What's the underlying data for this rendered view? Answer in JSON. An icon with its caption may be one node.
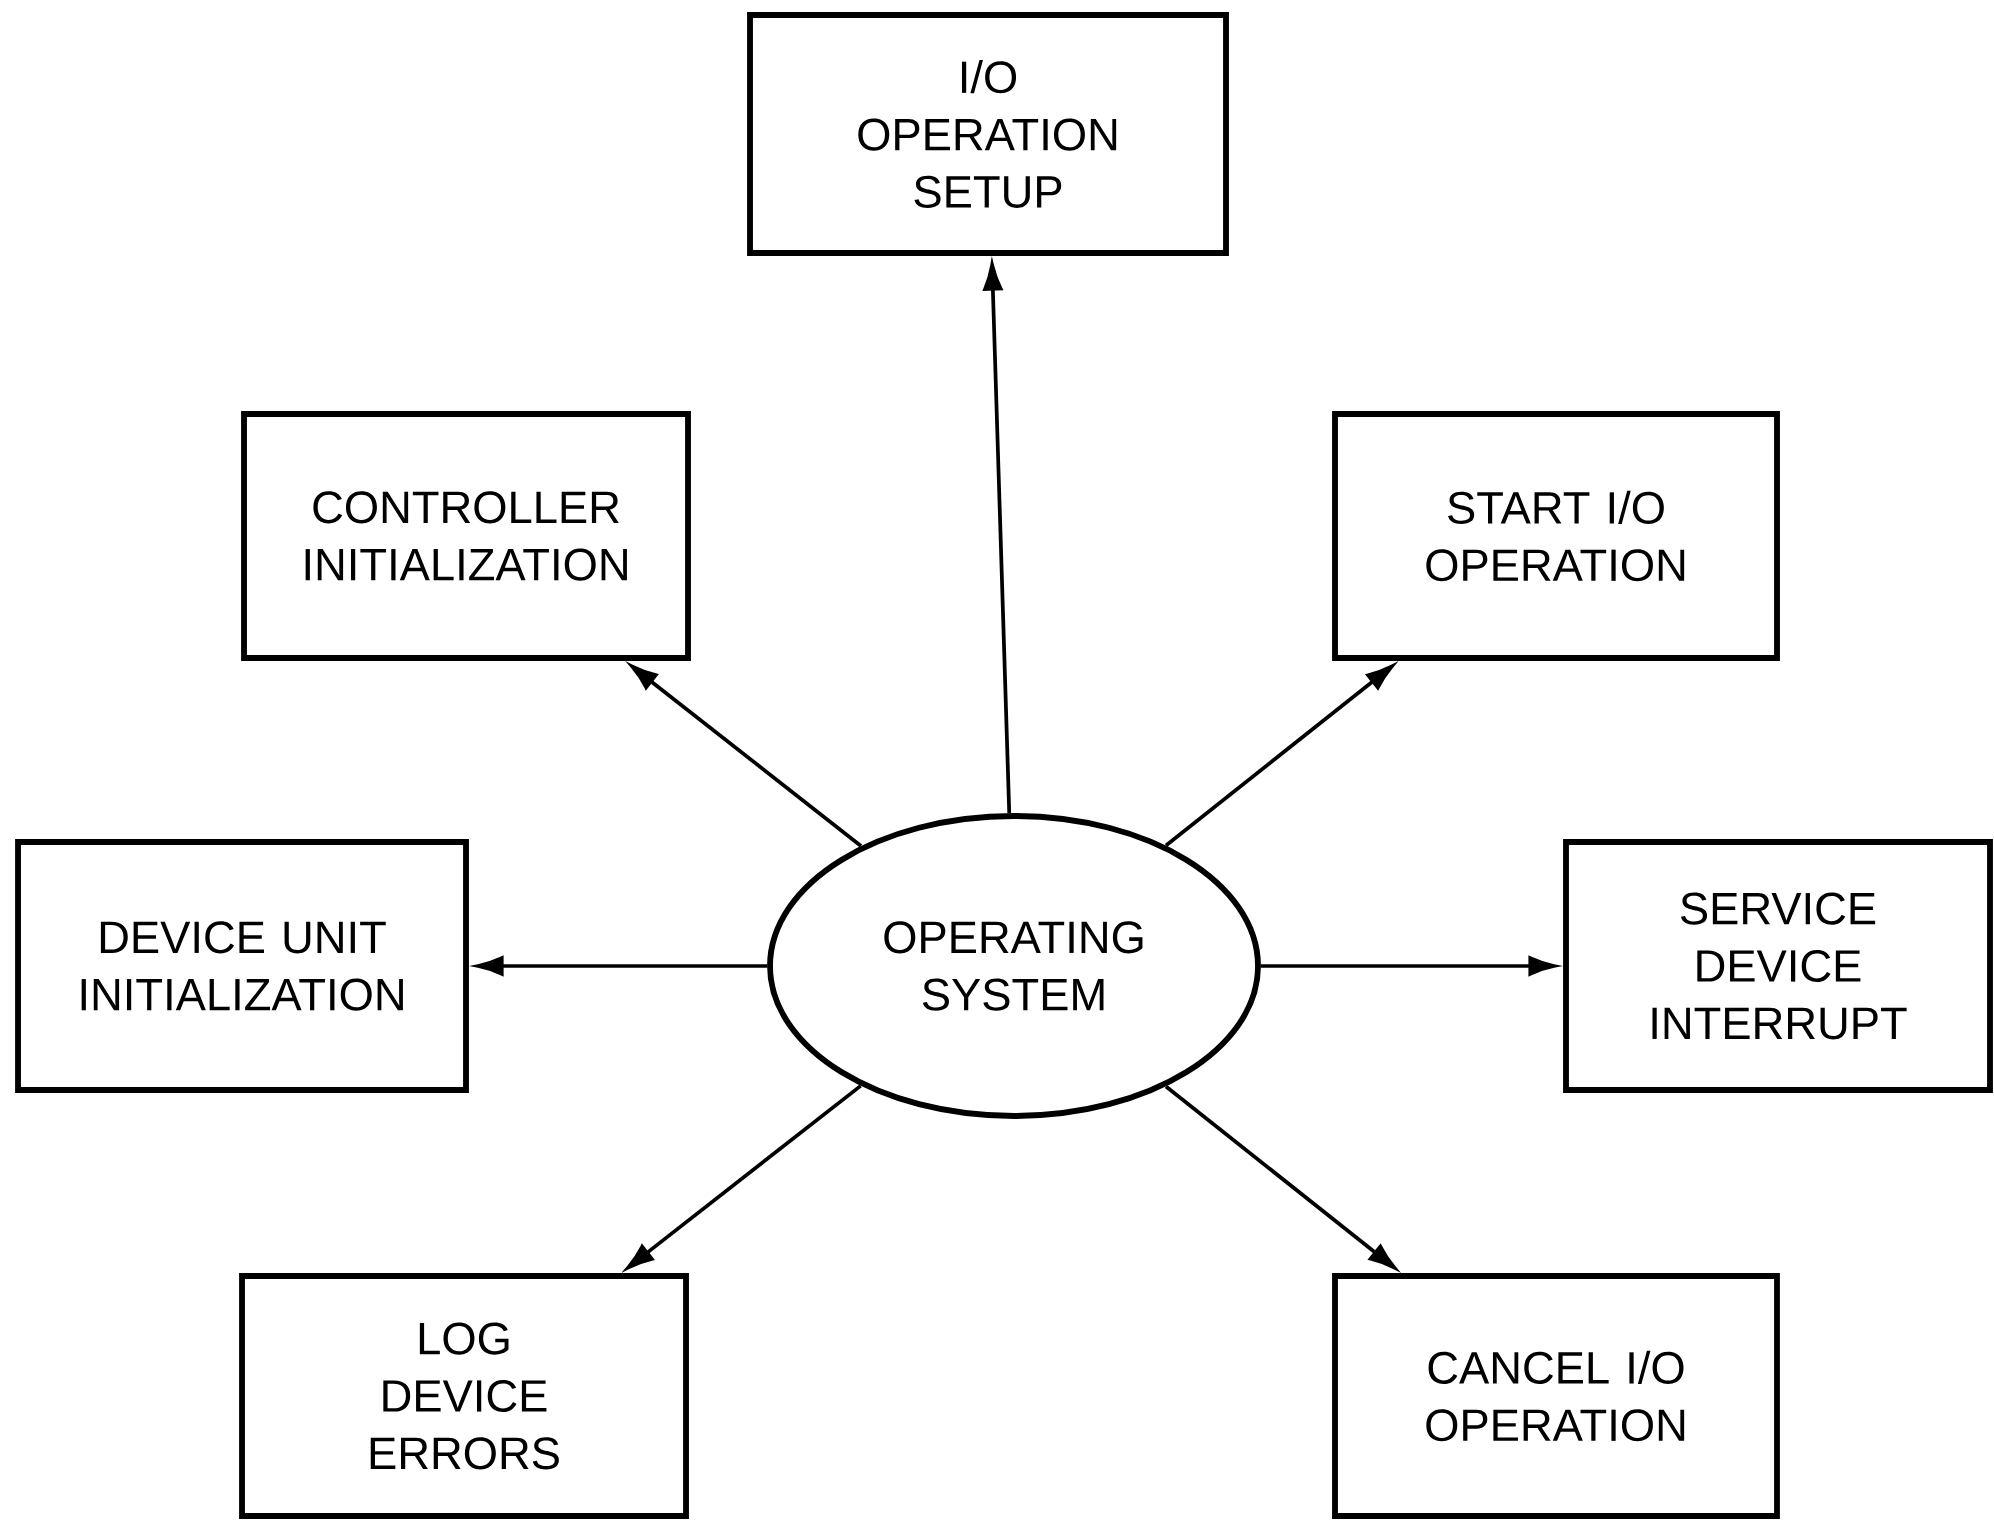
{
  "diagram": {
    "nodes": [
      {
        "text": [
          "I/O OPERATION SETUP"
        ]
      },
      {
        "text": [
          "CONTROLLER INITIALIZATION"
        ]
      },
      {
        "text": [
          "START I/O OPERATION"
        ]
      },
      {
        "text": [
          "DEVICE UNIT INITIALIZATION"
        ]
      },
      {
        "text": [
          "OPERATING SYSTEM"
        ]
      },
      {
        "text": [
          "SERVICE DEVICE INTERRUPT"
        ]
      },
      {
        "text": [
          "LOG DEVICE ERRORS"
        ]
      },
      {
        "text": [
          "CANCEL I/O OPERATION"
        ]
      }
    ],
    "edges": [
      {
        "from": 4,
        "to": 0,
        "arrow": "to"
      },
      {
        "from": 4,
        "to": 1,
        "arrow": "to"
      },
      {
        "from": 4,
        "to": 2,
        "arrow": "to"
      },
      {
        "from": 4,
        "to": 3,
        "arrow": "to"
      },
      {
        "from": 4,
        "to": 5,
        "arrow": "to"
      },
      {
        "from": 4,
        "to": 6,
        "arrow": "to"
      },
      {
        "from": 4,
        "to": 7,
        "arrow": "to"
      }
    ]
  }
}
